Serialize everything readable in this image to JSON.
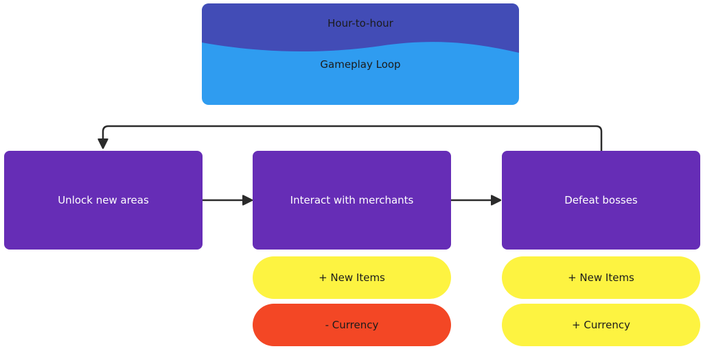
{
  "title": {
    "line1": "Hour-to-hour",
    "line2": "Gameplay Loop",
    "colors": {
      "top": "#424cb6",
      "bottom": "#2f9cf0"
    }
  },
  "steps": [
    {
      "label": "Unlock new areas",
      "color": "#662db6"
    },
    {
      "label": "Interact with merchants",
      "color": "#662db6"
    },
    {
      "label": "Defeat bosses",
      "color": "#662db6"
    }
  ],
  "merchant_effects": [
    {
      "label": "+ New Items",
      "color": "#fdf341"
    },
    {
      "label": "- Currency",
      "color": "#f34725"
    }
  ],
  "boss_effects": [
    {
      "label": "+ New Items",
      "color": "#fdf341"
    },
    {
      "label": "+ Currency",
      "color": "#fdf341"
    }
  ],
  "connector_color": "#2b2b2b"
}
